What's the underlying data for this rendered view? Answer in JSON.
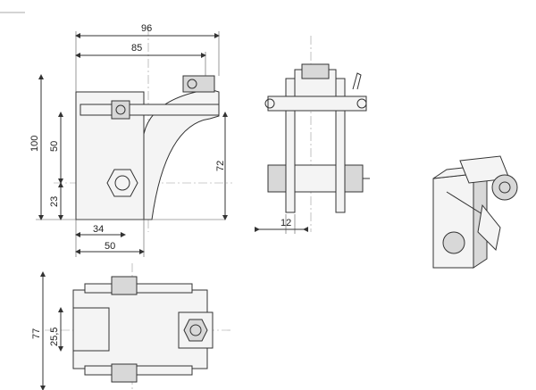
{
  "dimensions": {
    "overall_width": "96",
    "inner_width": "85",
    "height_total": "100",
    "height_mid": "50",
    "height_low": "23",
    "height_right": "72",
    "base_offset": "34",
    "base_width": "50",
    "side_gap": "12",
    "plan_width": "77",
    "plan_inner": "25,5"
  }
}
